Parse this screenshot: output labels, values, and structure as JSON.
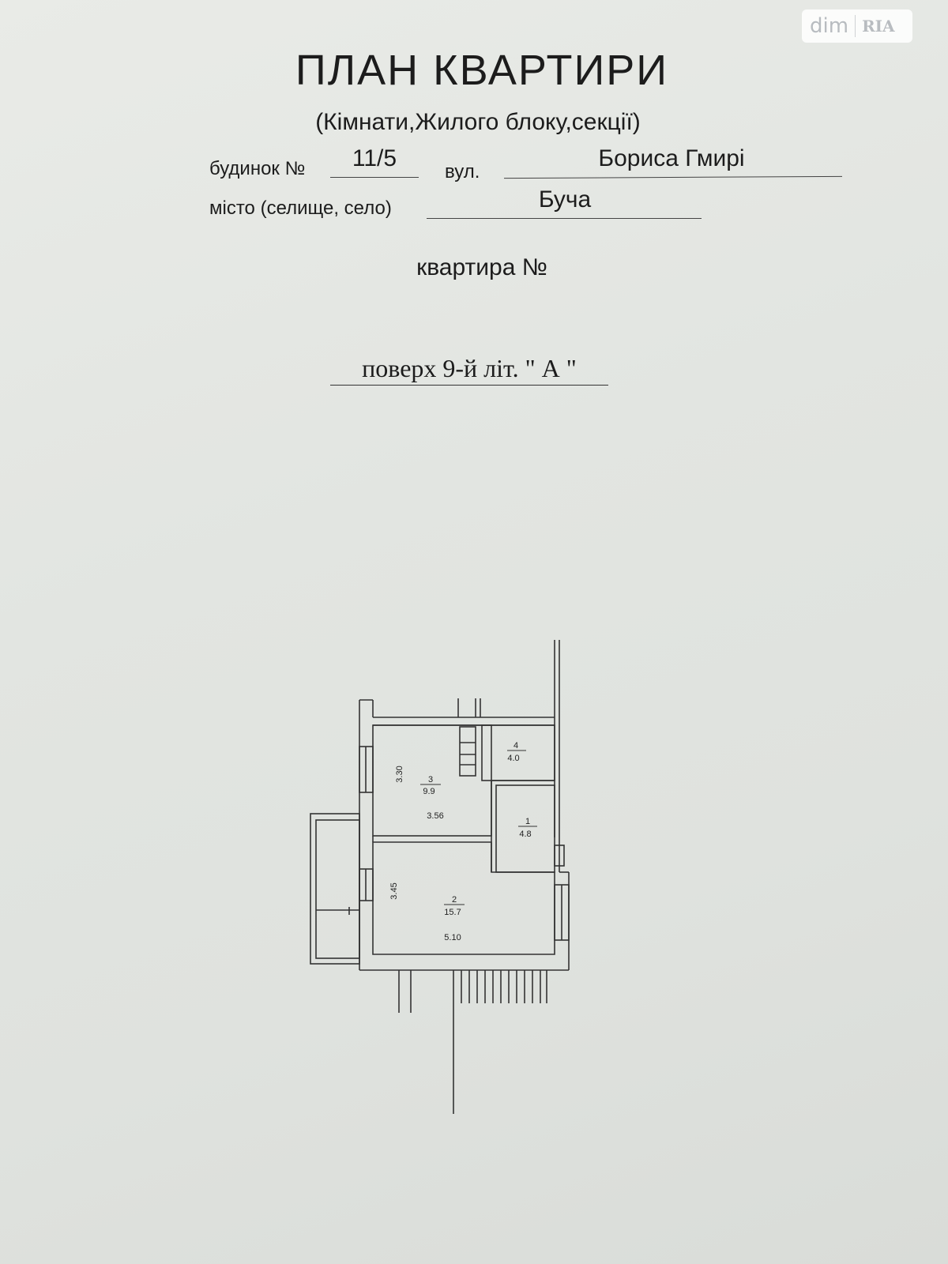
{
  "watermark": {
    "brand_left": "dim",
    "brand_right": "RIA"
  },
  "header": {
    "title": "ПЛАН  КВАРТИРИ",
    "subtitle": "(Кімнати,Жилого блоку,секції)"
  },
  "fields": {
    "house_label": "будинок №",
    "house_value": "11/5",
    "street_label": "вул.",
    "street_value": "Бориса Гмирі",
    "city_label": "місто (селище, село)",
    "city_value": "Буча",
    "apartment_label": "квартира №",
    "floor_text": "поверх 9-й літ.  \" А \""
  },
  "rooms": [
    {
      "number": "3",
      "area": "9.9",
      "width": "3.56",
      "depth": "3.30"
    },
    {
      "number": "4",
      "area": "4.0"
    },
    {
      "number": "1",
      "area": "4.8"
    },
    {
      "number": "2",
      "area": "15.7",
      "width": "5.10",
      "depth": "3.45"
    }
  ]
}
